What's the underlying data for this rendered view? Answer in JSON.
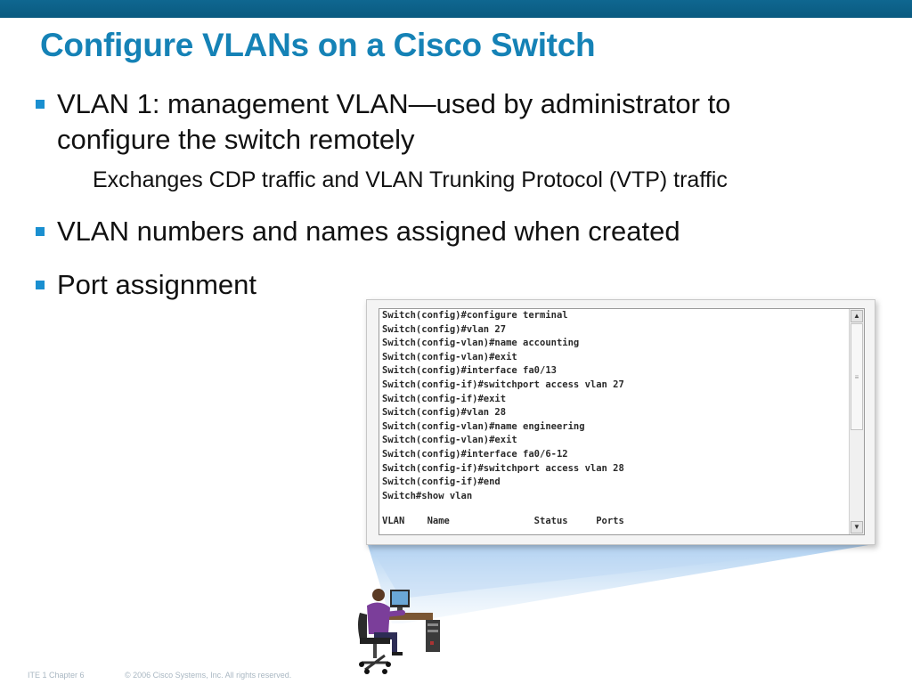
{
  "slide": {
    "title": "Configure VLANs on a Cisco Switch",
    "bullets": [
      {
        "line1": "VLAN 1:  management VLAN—used by administrator to",
        "line2": "configure the switch remotely"
      },
      {
        "line1": "VLAN numbers and names assigned when created"
      },
      {
        "line1": "Port assignment"
      }
    ],
    "sub_bullet": "Exchanges CDP traffic and VLAN Trunking Protocol (VTP) traffic"
  },
  "terminal": {
    "lines": [
      "Switch(config)#configure terminal",
      "Switch(config)#vlan 27",
      "Switch(config-vlan)#name accounting",
      "Switch(config-vlan)#exit",
      "Switch(config)#interface fa0/13",
      "Switch(config-if)#switchport access vlan 27",
      "Switch(config-if)#exit",
      "Switch(config)#vlan 28",
      "Switch(config-vlan)#name engineering",
      "Switch(config-vlan)#exit",
      "Switch(config)#interface fa0/6-12",
      "Switch(config-if)#switchport access vlan 28",
      "Switch(config-if)#end",
      "Switch#show vlan"
    ],
    "table_header": "VLAN    Name               Status     Ports"
  },
  "footer": {
    "chapter": "ITE 1 Chapter 6",
    "copyright": "© 2006 Cisco Systems, Inc. All rights reserved."
  },
  "colors": {
    "top_bar": "#0a5a80",
    "title": "#1582b6",
    "bullet": "#1a8fd0"
  }
}
